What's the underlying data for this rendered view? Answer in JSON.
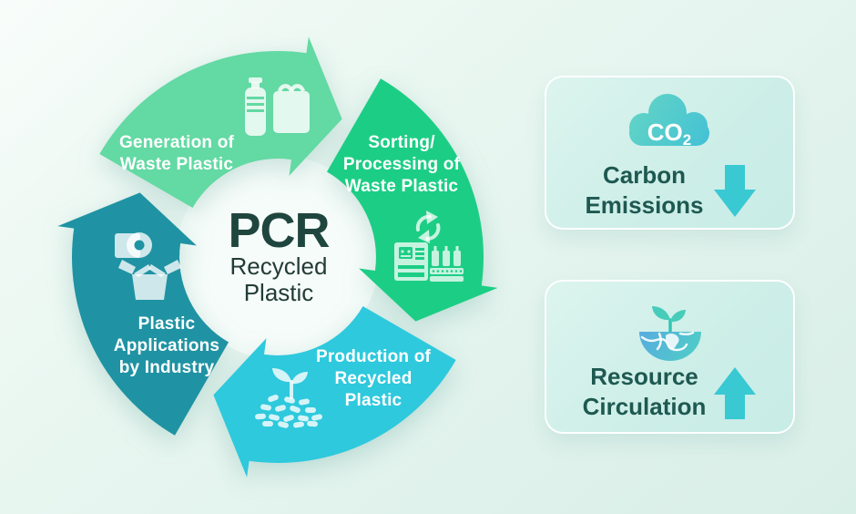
{
  "cycle": {
    "center": {
      "title": "PCR",
      "subtitle": "Recycled\nPlastic"
    },
    "segments": [
      {
        "name": "generation-of-waste-plastic",
        "label": "Generation of\nWaste Plastic",
        "color": "#63D9A3",
        "icon": "bottle-and-bag-icon"
      },
      {
        "name": "sorting-processing-of-waste-plastic",
        "label": "Sorting/\nProcessing of\nWaste Plastic",
        "color": "#1CCE85",
        "icon": "recycle-and-sorting-machine-icon"
      },
      {
        "name": "production-of-recycled-plastic",
        "label": "Production of\nRecycled\nPlastic",
        "color": "#2EC9DD",
        "icon": "sprout-and-pellets-icon"
      },
      {
        "name": "plastic-applications-by-industry",
        "label": "Plastic\nApplications\nby Industry",
        "color": "#1F93A3",
        "icon": "paper-roll-and-box-icon"
      }
    ]
  },
  "cards": [
    {
      "icon": "co2-cloud-icon",
      "co2_main": "CO",
      "co2_sub": "2",
      "title": "Carbon\nEmissions",
      "arrow": "down",
      "arrow_color": "#38C9D3"
    },
    {
      "icon": "earth-sprout-icon",
      "title": "Resource\nCirculation",
      "arrow": "up",
      "arrow_color": "#38C9D3"
    }
  ],
  "colors": {
    "background_top": "#F6FCF9",
    "background_bottom": "#D8EFE7",
    "card_background": "#CDEEE8",
    "card_text": "#1E5951",
    "center_title": "#1F463E",
    "center_subtitle": "#233B37",
    "segment_label_text": "#FFFFFF",
    "cloud_gradient": [
      "#68D8C3",
      "#3FBED7"
    ],
    "earth_gradient": [
      "#58ABDF",
      "#4ED0C5"
    ],
    "leaf": "#47CCBA"
  }
}
